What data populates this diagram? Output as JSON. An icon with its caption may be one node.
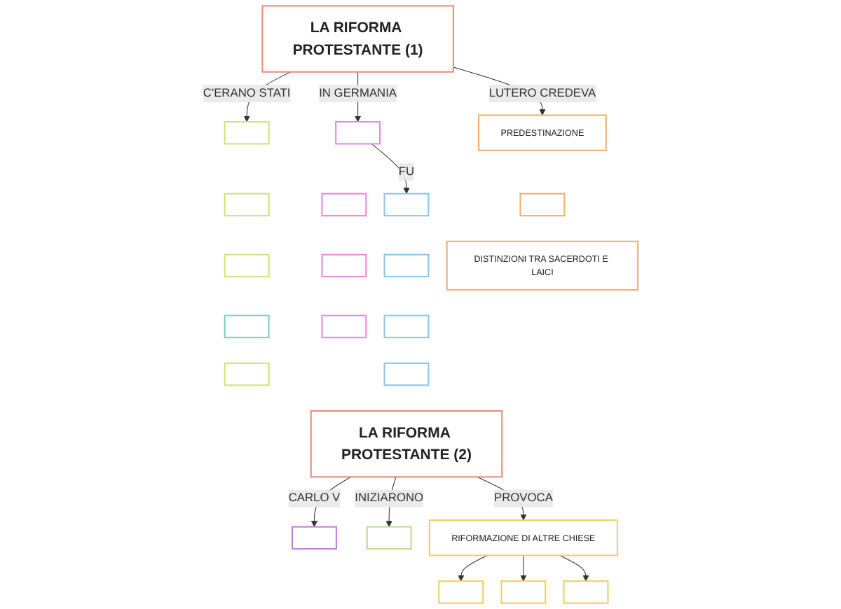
{
  "diagram": {
    "nodes": [
      {
        "text": [
          "LA RIFORMA PROTESTANTE (1)"
        ]
      },
      {
        "text": [],
        "shape": "box"
      },
      {
        "text": [],
        "shape": "box"
      },
      {
        "text": [],
        "shape": "box"
      },
      {
        "text": [],
        "shape": "box"
      },
      {
        "text": [],
        "shape": "box"
      },
      {
        "text": [],
        "shape": "box"
      },
      {
        "text": [],
        "shape": "box"
      },
      {
        "text": [],
        "shape": "box"
      },
      {
        "text": [],
        "shape": "box"
      },
      {
        "text": [],
        "shape": "box"
      },
      {
        "text": [],
        "shape": "box"
      },
      {
        "text": [],
        "shape": "box"
      },
      {
        "text": [],
        "shape": "box"
      },
      {
        "text": [
          "PREDESTINAZIONE"
        ]
      },
      {
        "text": [],
        "shape": "box"
      },
      {
        "text": [
          "DISTINZIONI TRA SACERDOTI E LAICI"
        ]
      },
      {
        "text": [
          "LA RIFORMA PROTESTANTE (2)"
        ]
      },
      {
        "text": [],
        "shape": "box"
      },
      {
        "text": [],
        "shape": "box"
      },
      {
        "text": [
          "RIFORMAZIONE DI ALTRE CHIESE"
        ]
      },
      {
        "text": [],
        "shape": "box"
      },
      {
        "text": [],
        "shape": "box"
      },
      {
        "text": [],
        "shape": "box"
      }
    ],
    "edges": [
      {
        "from": 0,
        "to": 1,
        "arrow": "to",
        "label": "C'ERANO STATI"
      },
      {
        "from": 0,
        "to": 6,
        "arrow": "to",
        "label": "IN GERMANIA"
      },
      {
        "from": 6,
        "to": 10,
        "arrow": "to",
        "label": "FU"
      },
      {
        "from": 0,
        "to": 14,
        "arrow": "to",
        "label": "LUTERO CREDEVA"
      },
      {
        "from": 17,
        "to": 18,
        "arrow": "to",
        "label": "CARLO V"
      },
      {
        "from": 17,
        "to": 19,
        "arrow": "to",
        "label": "INIZIARONO"
      },
      {
        "from": 17,
        "to": 20,
        "arrow": "to",
        "label": "PROVOCA"
      },
      {
        "from": 20,
        "to": 21,
        "arrow": "to"
      },
      {
        "from": 20,
        "to": 22,
        "arrow": "to"
      },
      {
        "from": 20,
        "to": 23,
        "arrow": "to"
      }
    ]
  }
}
